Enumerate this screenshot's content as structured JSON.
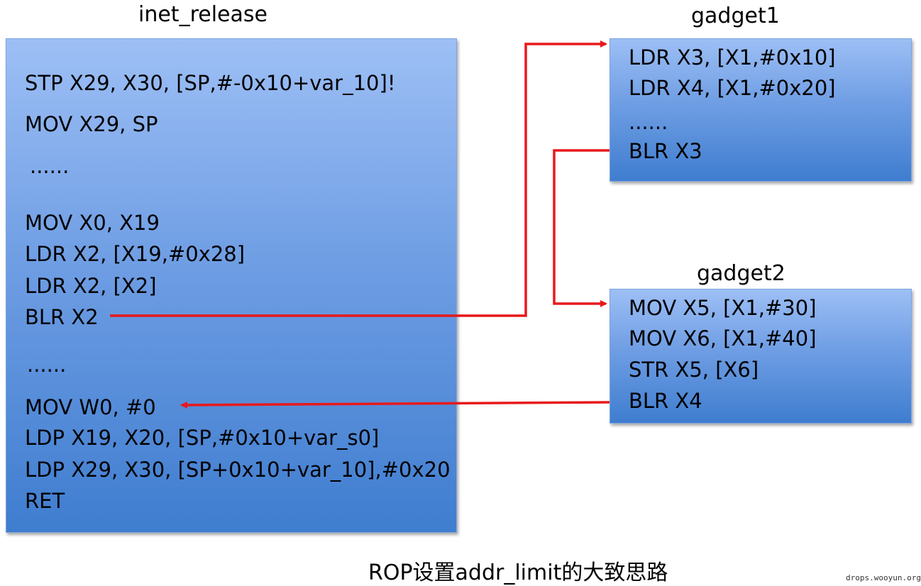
{
  "inet_release": {
    "title": "inet_release",
    "lines": [
      "STP X29, X30, [SP,#-0x10+var_10]!",
      "MOV X29, SP",
      "......",
      "MOV X0, X19",
      "LDR X2, [X19,#0x28]",
      "LDR X2, [X2]",
      "BLR X2",
      "......",
      "MOV W0, #0",
      "LDP X19, X20, [SP,#0x10+var_s0]",
      "LDP X29, X30, [SP+0x10+var_10],#0x20",
      "RET"
    ]
  },
  "gadget1": {
    "title": "gadget1",
    "lines": [
      "LDR X3, [X1,#0x10]",
      "LDR X4, [X1,#0x20]",
      "......",
      "BLR X3"
    ]
  },
  "gadget2": {
    "title": "gadget2",
    "lines": [
      "MOV X5, [X1,#30]",
      "MOV X6, [X1,#40]",
      "STR X5, [X6]",
      "BLR X4"
    ]
  },
  "caption": "ROP设置addr_limit的大致思路",
  "watermark": "drops.wooyun.org",
  "colors": {
    "arrow": "#e8191b",
    "box_top": "#9dbff5",
    "box_bottom": "#3f7dcf"
  }
}
